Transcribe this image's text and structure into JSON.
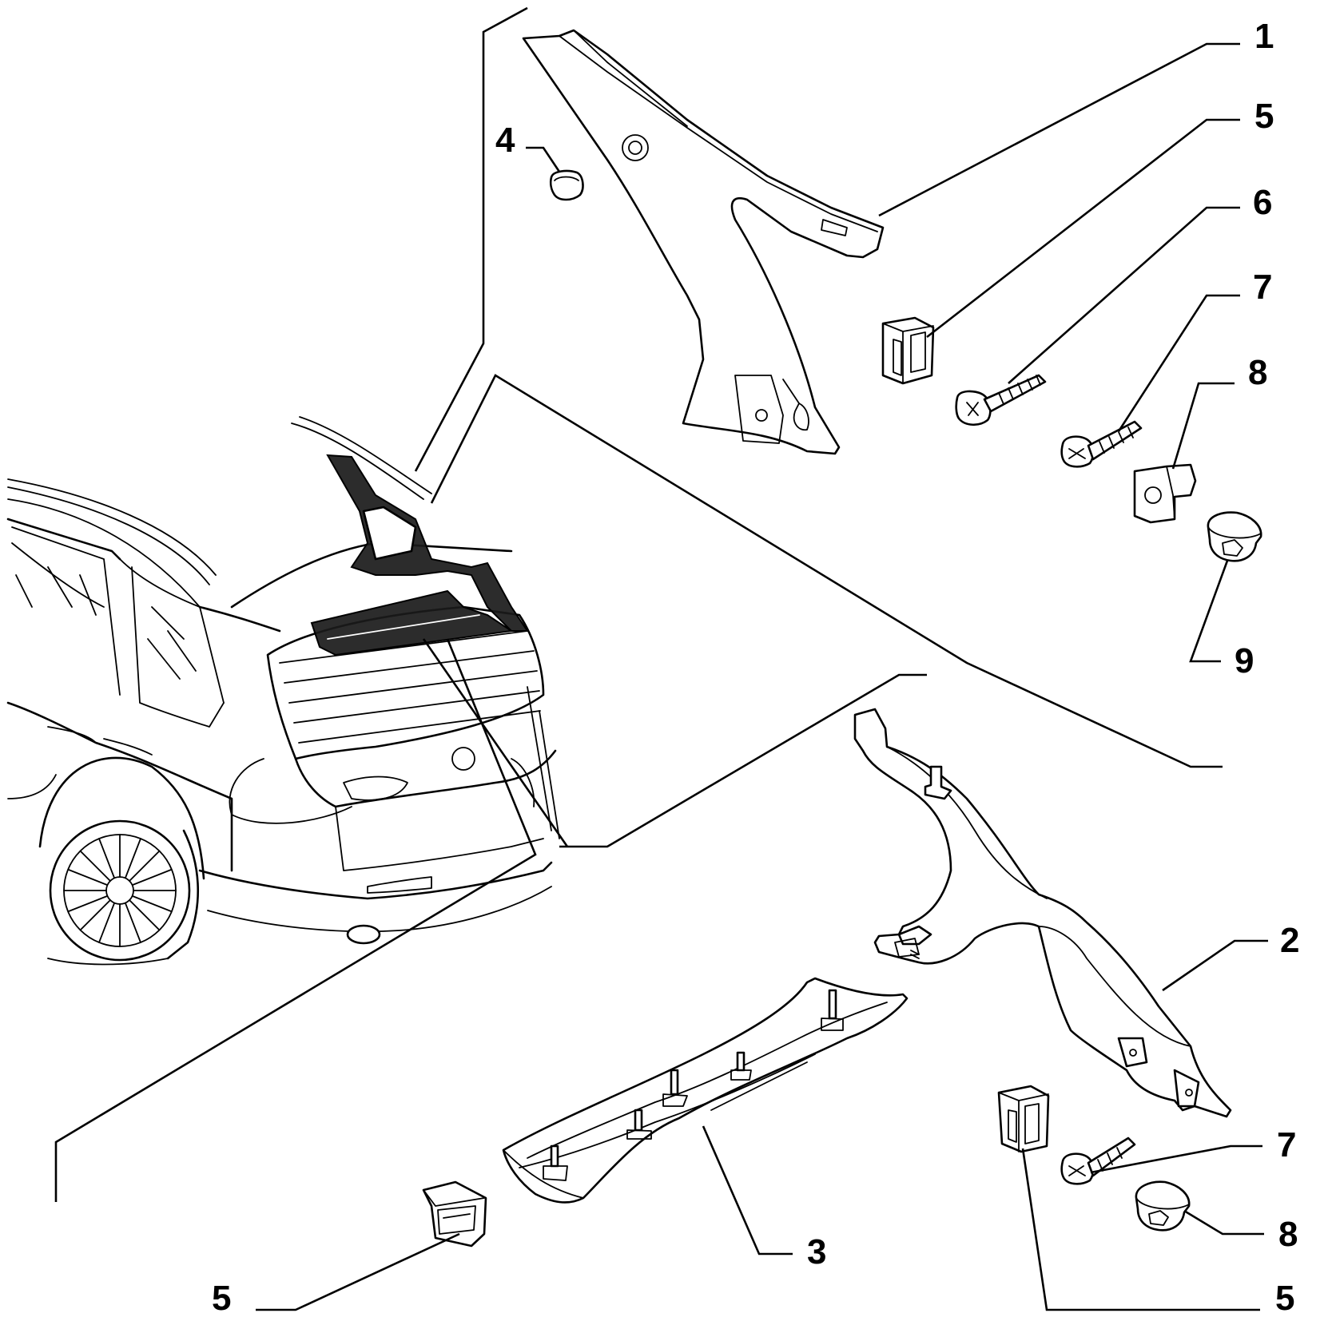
{
  "diagram": {
    "callouts": [
      {
        "id": "c1",
        "label": "1"
      },
      {
        "id": "c5a",
        "label": "5"
      },
      {
        "id": "c6",
        "label": "6"
      },
      {
        "id": "c7a",
        "label": "7"
      },
      {
        "id": "c8a",
        "label": "8"
      },
      {
        "id": "c4",
        "label": "4"
      },
      {
        "id": "c9",
        "label": "9"
      },
      {
        "id": "c2",
        "label": "2"
      },
      {
        "id": "c7b",
        "label": "7"
      },
      {
        "id": "c8b",
        "label": "8"
      },
      {
        "id": "c3",
        "label": "3"
      },
      {
        "id": "c5b",
        "label": "5"
      },
      {
        "id": "c5c",
        "label": "5"
      }
    ]
  }
}
